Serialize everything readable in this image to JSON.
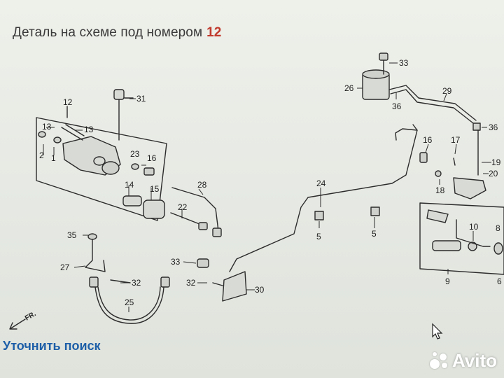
{
  "header": {
    "caption": "Деталь на схеме под номером",
    "part_number": "12"
  },
  "link": {
    "refine_search": "Уточнить поиск"
  },
  "watermark": {
    "brand": "Avito"
  },
  "diagram": {
    "direction_label": "FR.",
    "callouts": [
      "12",
      "13",
      "13",
      "2",
      "1",
      "31",
      "23",
      "16",
      "14",
      "15",
      "28",
      "22",
      "35",
      "27",
      "32",
      "25",
      "33",
      "32",
      "30",
      "24",
      "5",
      "5",
      "33",
      "26",
      "36",
      "29",
      "16",
      "17",
      "36",
      "19",
      "20",
      "18",
      "10",
      "8",
      "9",
      "6"
    ]
  },
  "colors": {
    "accent": "#c0392b",
    "link": "#1d5fa8",
    "line": "#2b2b2b"
  }
}
